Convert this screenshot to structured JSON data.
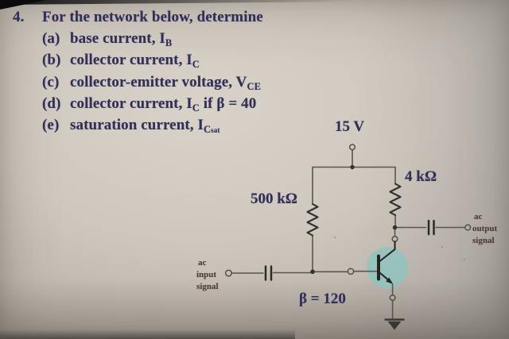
{
  "problem": {
    "number": "4.",
    "title": "For the network below, determine",
    "items": [
      {
        "label": "(a)",
        "text": "base current, ",
        "symbol": "I",
        "sub": "B",
        "subsub": "",
        "suffix": ""
      },
      {
        "label": "(b)",
        "text": "collector current, ",
        "symbol": "I",
        "sub": "C",
        "subsub": "",
        "suffix": ""
      },
      {
        "label": "(c)",
        "text": "collector-emitter voltage, ",
        "symbol": "V",
        "sub": "CE",
        "subsub": "",
        "suffix": ""
      },
      {
        "label": "(d)",
        "text": "collector current, ",
        "symbol": "I",
        "sub": "C",
        "subsub": "",
        "suffix": " if β = 40"
      },
      {
        "label": "(e)",
        "text": "saturation current, ",
        "symbol": "I",
        "sub": "C",
        "subsub": "sat",
        "suffix": ""
      }
    ]
  },
  "circuit": {
    "supply": "15 V",
    "collector_resistor": "4 kΩ",
    "base_resistor": "500 kΩ",
    "transistor_beta": "β = 120",
    "input_signal": {
      "line1": "ac",
      "line2": "input",
      "line3": "signal"
    },
    "output_signal": {
      "line1": "ac",
      "line2": "output",
      "line3": "signal"
    }
  },
  "colors": {
    "ink_navy": "#312e58",
    "wire_gray": "#5b554f",
    "component_dark": "#2e2b28",
    "signal_label": "#4e3e38",
    "transistor_highlight": "#8fc3bf",
    "paper": "#cfc8bf"
  }
}
